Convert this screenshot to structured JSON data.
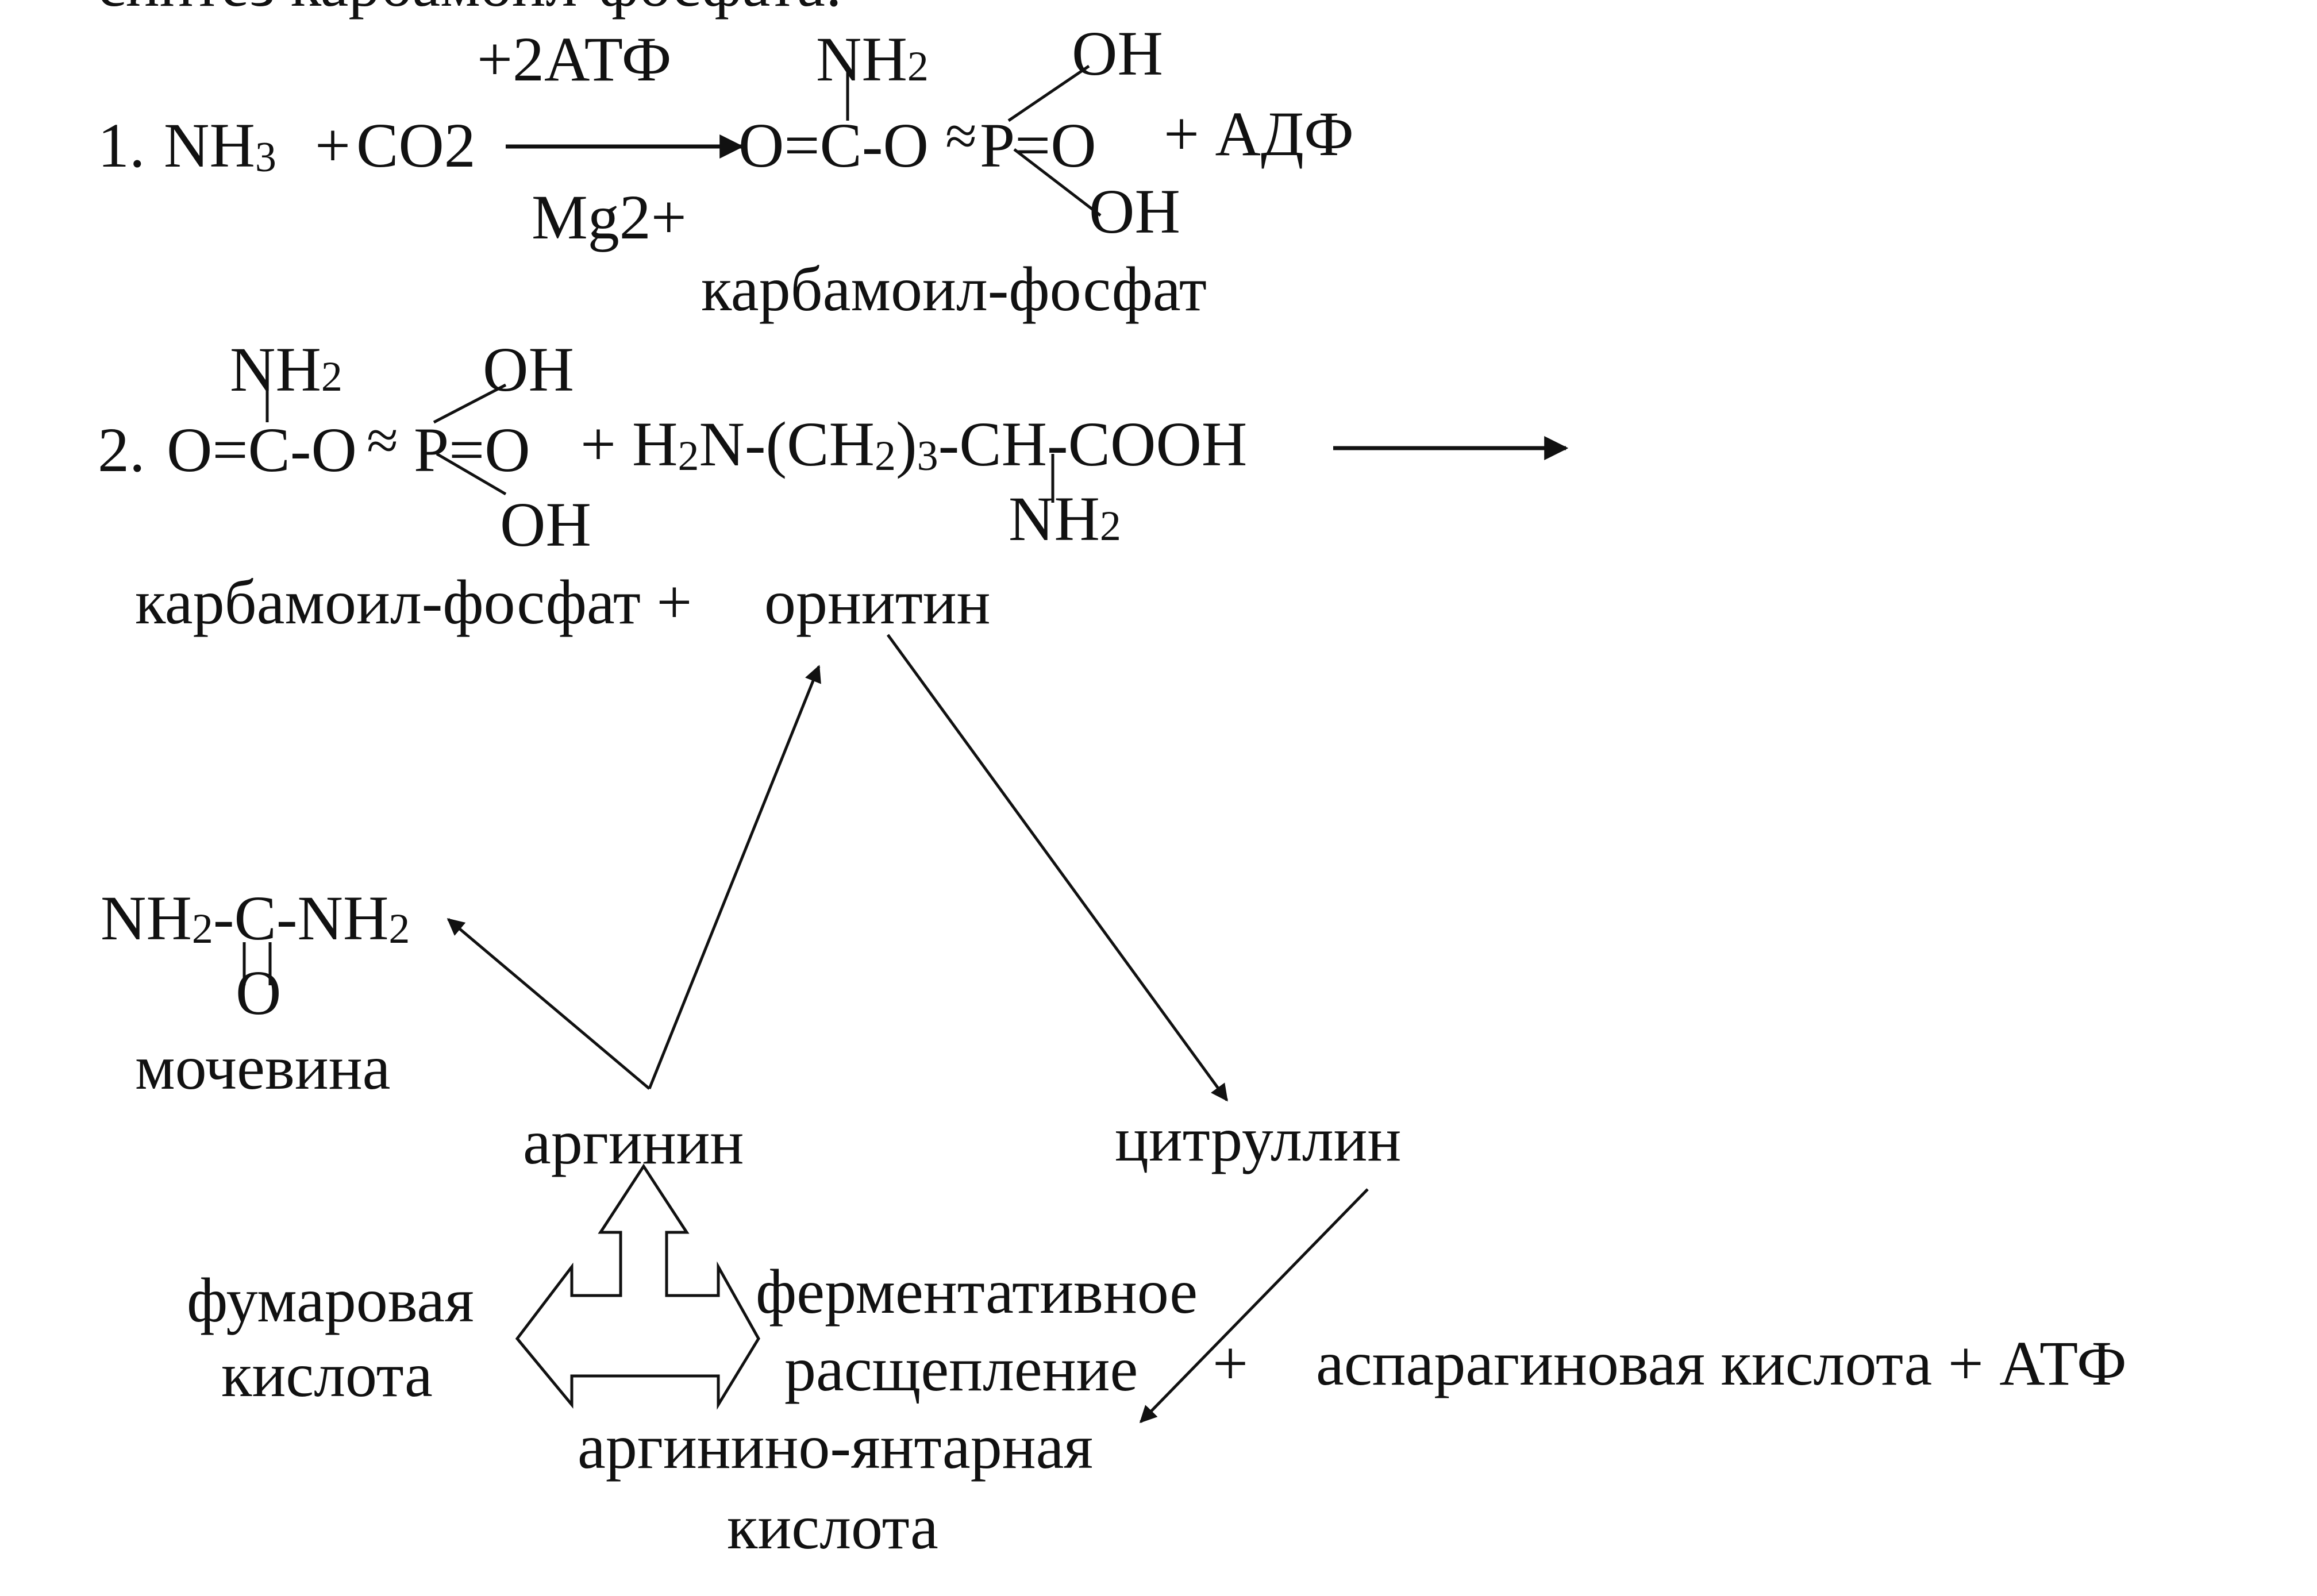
{
  "header_fragment": "синтез карбамоил-фосфата:",
  "reaction1": {
    "number": "1.",
    "nh3_main": "NH",
    "nh3_sub": "3",
    "plus": "+",
    "co2": "CO2",
    "above_arrow": "+2АТФ",
    "below_arrow": "Mg2+",
    "product_main": "O=C-O",
    "bond": "≈",
    "phosphate": "P=O",
    "nh2_main": "NH",
    "nh2_sub": "2",
    "oh_top": "OH",
    "oh_bottom": "OH",
    "adp": "+ АДФ",
    "product_name": "карбамоил-фосфат"
  },
  "reaction2": {
    "number": "2.",
    "reactant_main": "O=C-O",
    "bond": "≈",
    "phosphate": "P=O",
    "nh2_main": "NH",
    "nh2_sub": "2",
    "oh_top": "OH",
    "oh_bottom": "OH",
    "plus": "+",
    "ornithine_h": "H",
    "ornithine_2a": "2",
    "ornithine_n": "N-(CH",
    "ornithine_2b": "2",
    "ornithine_paren": ")",
    "ornithine_3": "3",
    "ornithine_tail": "-CH-COOH",
    "side_nh_main": "NH",
    "side_nh_sub": "2",
    "names_left": "карбамоил-фосфат +",
    "names_right": "орнитин"
  },
  "cycle": {
    "urea_nh_left": "NH",
    "urea_sub_left": "2",
    "urea_c": "-C-NH",
    "urea_sub_right": "2",
    "urea_o": "O",
    "urea_name": "мочевина",
    "arginine": "аргинин",
    "citrulline": "цитруллин",
    "fumaric_line1": "фумаровая",
    "fumaric_line2": "кислота",
    "enzymatic_line1": "ферментативное",
    "enzymatic_line2": "расщепление",
    "plus": "+",
    "aspartic": "аспарагиновая кислота + АТФ",
    "argininosuccinic_line1": "аргинино-янтарная",
    "argininosuccinic_line2": "кислота"
  }
}
